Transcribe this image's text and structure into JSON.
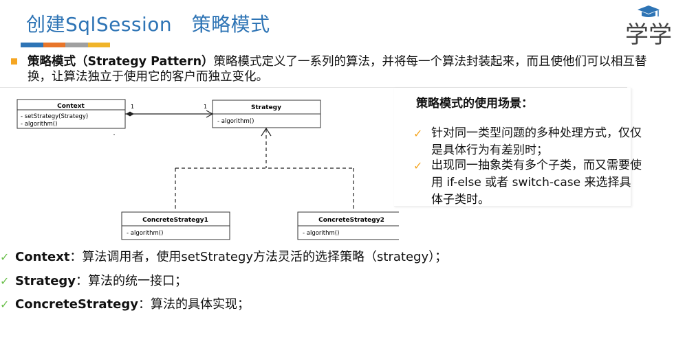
{
  "header": {
    "title": "创建SqlSession　策略模式",
    "accent_colors": [
      "#2e74b5",
      "#e8752a",
      "#a0a0a0",
      "#f0b429"
    ]
  },
  "logo": {
    "text": "学学",
    "icon": "graduation-cap-icon"
  },
  "intro": {
    "term": "策略模式（Strategy Pattern）",
    "text": "策略模式定义了一系列的算法，并将每一个算法封装起来，而且使他们可以相互替换，让算法独立于使用它的客户而独立变化。"
  },
  "uml": {
    "context": {
      "name": "Context",
      "methods": [
        "- setStrategy(Strategy)",
        "- algorithm()"
      ]
    },
    "strategy": {
      "name": "Strategy",
      "methods": [
        "- algorithm()"
      ]
    },
    "concrete1": {
      "name": "ConcreteStrategy1",
      "methods": [
        "- algorithm()"
      ]
    },
    "concrete2": {
      "name": "ConcreteStrategy2",
      "methods": [
        "- algorithm()"
      ]
    },
    "multiplicity_left": "1",
    "multiplicity_right": "1"
  },
  "scenarios": {
    "title": "策略模式的使用场景：",
    "items": [
      "针对同一类型问题的多种处理方式，仅仅是具体行为有差别时；",
      "出现同一抽象类有多个子类，而又需要使用 if-else 或者 switch-case 来选择具体子类时。"
    ]
  },
  "roles": [
    {
      "name": "Context",
      "desc": "：算法调用者，使用setStrategy方法灵活的选择策略（strategy）；"
    },
    {
      "name": "Strategy",
      "desc": "：算法的统一接口；"
    },
    {
      "name": "ConcreteStrategy",
      "desc": "：算法的具体实现；"
    }
  ]
}
